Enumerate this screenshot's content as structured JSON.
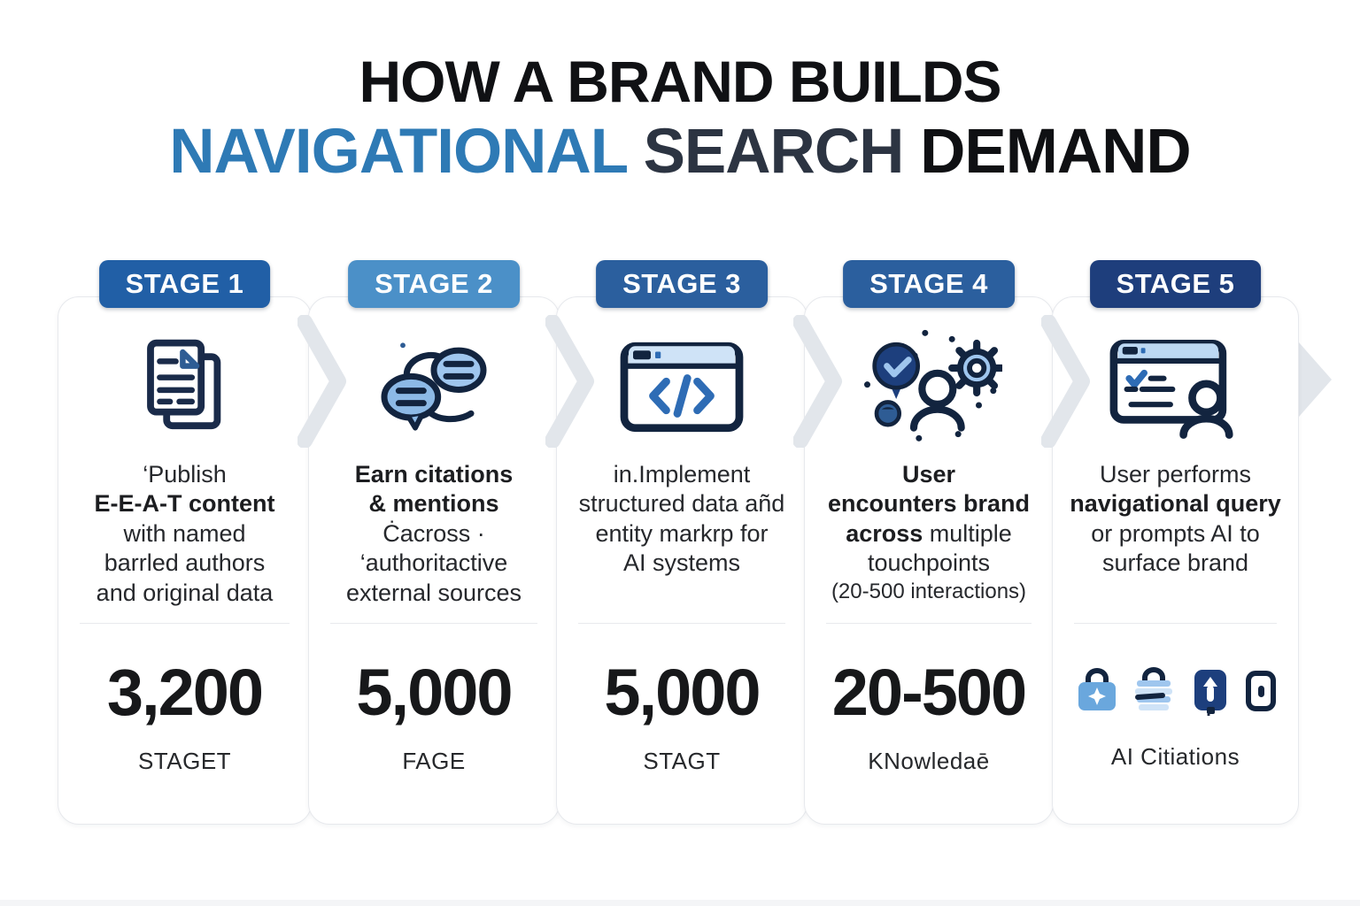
{
  "title": {
    "line1": "HOW A BRAND BUILDS",
    "line2_highlight": "NAVIGATIONAL",
    "line2_mid": "SEARCH",
    "line2_end": "DEMAND"
  },
  "colors": {
    "title_highlight": "#2e7ab5",
    "title_slate": "#2c3442",
    "icon_navy": "#12243f",
    "icon_blue_fill": "#9fc6ee",
    "icon_accent_blue": "#2e6cb5",
    "arrow_gray": "#e2e6eb",
    "card_border": "#e7e9ed"
  },
  "stages": [
    {
      "badge": "STAGE 1",
      "badge_color": "#215fa6",
      "icon": "stacked-documents-icon",
      "desc": {
        "l1": "‘Publish",
        "l2": "E-E-A-T content",
        "l3": "with named",
        "l4": "barrled authors",
        "l5": "and original data"
      },
      "metric_value": "3,200",
      "metric_label": "STAGET"
    },
    {
      "badge": "STAGE 2",
      "badge_color": "#4b90c8",
      "icon": "speech-bubbles-icon",
      "desc": {
        "l1": "Earn citations",
        "l2": "& mentions",
        "l3": "Ċacross ·",
        "l4": "‘authoritactive",
        "l5": "external sources"
      },
      "metric_value": "5,000",
      "metric_label": "FAGE"
    },
    {
      "badge": "STAGE 3",
      "badge_color": "#2b5f9e",
      "icon": "code-browser-icon",
      "desc": {
        "l1": "in.Implement",
        "l2": "structured data añd",
        "l3": "entity markrp for",
        "l4": "AI systems"
      },
      "metric_value": "5,000",
      "metric_label": "STAGT"
    },
    {
      "badge": "STAGE 4",
      "badge_color": "#2b5f9e",
      "icon": "brand-touchpoints-icon",
      "desc": {
        "l1": "User",
        "l2": "encounters brand",
        "l3a": "across",
        "l3b": " multiple",
        "l4": "touchpoints",
        "l5": "(20-500 interactions)"
      },
      "metric_value": "20-500",
      "metric_label": "KNowledaē"
    },
    {
      "badge": "STAGE 5",
      "badge_color": "#1e3e7c",
      "icon": "search-results-user-icon",
      "desc": {
        "l1": "User performs",
        "l2": "navigational query",
        "l3": "or prompts AI to",
        "l4": "surface brand"
      },
      "metric_icons": [
        "badge-lock-icon",
        "striped-list-lock-icon",
        "dark-keyhole-lock-icon",
        "small-outline-lock-icon"
      ],
      "metric_label": "AI Citiations"
    }
  ]
}
